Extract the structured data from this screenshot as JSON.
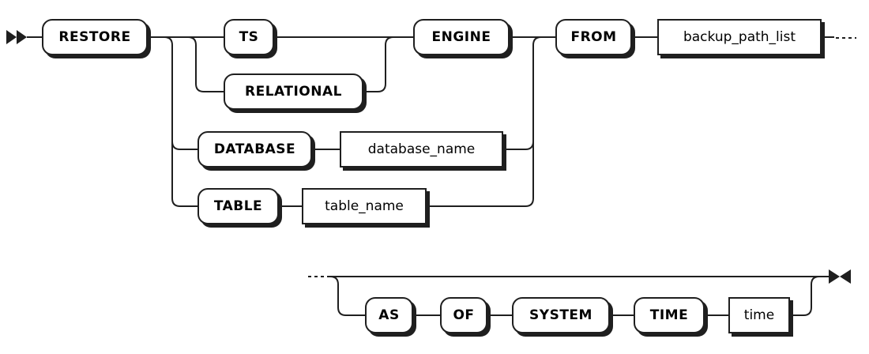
{
  "diagram": {
    "type": "railroad-syntax-diagram",
    "statement": "RESTORE",
    "colors": {
      "line": "#1f1f1f",
      "box_border": "#1f1f1f",
      "box_fill": "#ffffff",
      "box_shadow": "#1f1f1f",
      "text": "#000000",
      "background": "#ffffff"
    },
    "markers": {
      "start": "double-right-arrow",
      "end": "bowtie-arrow",
      "continuation": "dotted-ellipsis"
    }
  },
  "nodes": {
    "restore": {
      "label": "RESTORE",
      "kind": "keyword"
    },
    "ts": {
      "label": "TS",
      "kind": "keyword"
    },
    "relational": {
      "label": "RELATIONAL",
      "kind": "keyword"
    },
    "engine": {
      "label": "ENGINE",
      "kind": "keyword"
    },
    "database": {
      "label": "DATABASE",
      "kind": "keyword"
    },
    "database_name": {
      "label": "database_name",
      "kind": "non-terminal"
    },
    "table": {
      "label": "TABLE",
      "kind": "keyword"
    },
    "table_name": {
      "label": "table_name",
      "kind": "non-terminal"
    },
    "from": {
      "label": "FROM",
      "kind": "keyword"
    },
    "backup_path_list": {
      "label": "backup_path_list",
      "kind": "non-terminal"
    },
    "as": {
      "label": "AS",
      "kind": "keyword"
    },
    "of": {
      "label": "OF",
      "kind": "keyword"
    },
    "system": {
      "label": "SYSTEM",
      "kind": "keyword"
    },
    "time_keyword": {
      "label": "TIME",
      "kind": "keyword"
    },
    "time": {
      "label": "time",
      "kind": "non-terminal"
    }
  }
}
